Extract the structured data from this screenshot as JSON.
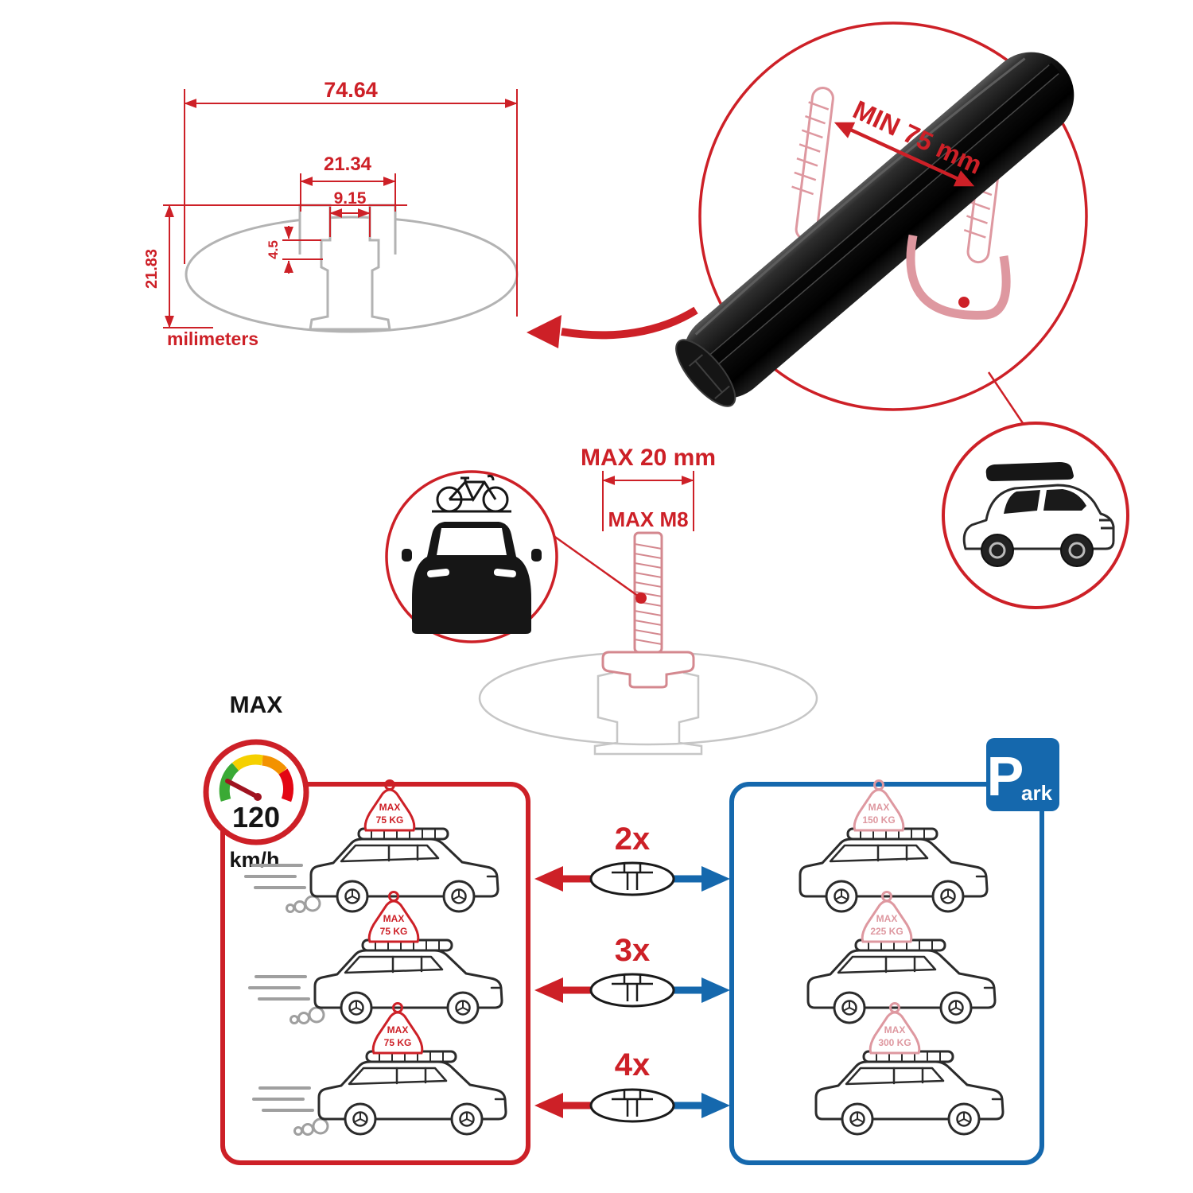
{
  "colors": {
    "red": "#cd2027",
    "blue": "#1568ad",
    "pink": "#de98a0",
    "gray": "#b3b3b3",
    "black": "#141414"
  },
  "dimensions": {
    "total_width": "74.64",
    "slot_width": "21.34",
    "opening_width": "9.15",
    "step_depth": "4.5",
    "total_height": "21.83",
    "units_label": "milimeters"
  },
  "bar_detail": {
    "min_width_label": "MIN 75 mm"
  },
  "bolt_detail": {
    "max_width_label": "MAX 20 mm",
    "max_thread_label": "MAX M8"
  },
  "speed_limit": {
    "title": "MAX",
    "value": "120",
    "unit": "km/h"
  },
  "park_sign": {
    "letter": "P",
    "suffix": "ark"
  },
  "rows": [
    {
      "qty": "2x",
      "left_load": {
        "line1": "MAX",
        "line2": "75 KG"
      },
      "right_load": {
        "line1": "MAX",
        "line2": "150 KG"
      }
    },
    {
      "qty": "3x",
      "left_load": {
        "line1": "MAX",
        "line2": "75 KG"
      },
      "right_load": {
        "line1": "MAX",
        "line2": "225 KG"
      }
    },
    {
      "qty": "4x",
      "left_load": {
        "line1": "MAX",
        "line2": "75 KG"
      },
      "right_load": {
        "line1": "MAX",
        "line2": "300 KG"
      }
    }
  ]
}
